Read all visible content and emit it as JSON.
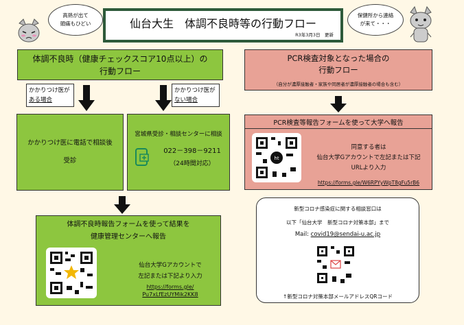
{
  "header": {
    "title": "仙台大生　体調不良時等の行動フロー",
    "date": "R3年3月3日　更新"
  },
  "bubbles": {
    "left": [
      "高熱が出て",
      "頭痛もひどい"
    ],
    "right": [
      "保健所から連絡",
      "が来て・・・"
    ]
  },
  "left_flow": {
    "heading": [
      "体調不良時（健康チェックスコア10点以上）の",
      "行動フロー"
    ],
    "tag_has_doctor": [
      "かかりつけ医が",
      "ある場合"
    ],
    "tag_no_doctor": [
      "かかりつけ医が",
      "ない場合"
    ],
    "box_doctor": [
      "かかりつけ医に電話で相談後",
      "受診"
    ],
    "box_center": {
      "line1": "宮城県受診・相談センターに相談",
      "phone": "022－398－9211",
      "hours": "（24時間対応）"
    },
    "report": {
      "heading": [
        "体調不良時報告フォームを使って結果を",
        "健康管理センターへ報告"
      ],
      "text": [
        "仙台大学Gアカウントで",
        "左記または下記より入力"
      ],
      "url": [
        "https://forms.gle/",
        "Pu7xLfEzUYMik2KK8"
      ]
    }
  },
  "right_flow": {
    "heading": [
      "PCR検査対象となった場合の",
      "行動フロー"
    ],
    "note": "（自分が濃厚接触者・家族や同居者が濃厚接触者の場合も含む）",
    "report_heading": "PCR検査等報告フォームを使って大学へ報告",
    "report_text": [
      "同意する者は",
      "仙台大学Gアカウントで左記または下記",
      "URLより入力"
    ],
    "report_url": "https://forms.gle/W6RPYyWpT8gFu5rB6",
    "contact": {
      "line1": "新型コロナ感染症に関する相談窓口は",
      "line2": "以下「仙台大学　新型コロナ対策本部」まで",
      "mail_label": "Mail:",
      "mail": "covid19@sendai-u.ac.jp",
      "caption": "↑新型コロナ対策本部メールアドレスQRコード"
    }
  },
  "colors": {
    "green": "#8dc63f",
    "salmon": "#e8a296",
    "dark_green_border": "#2e5a3a",
    "background": "#fff8e6"
  }
}
